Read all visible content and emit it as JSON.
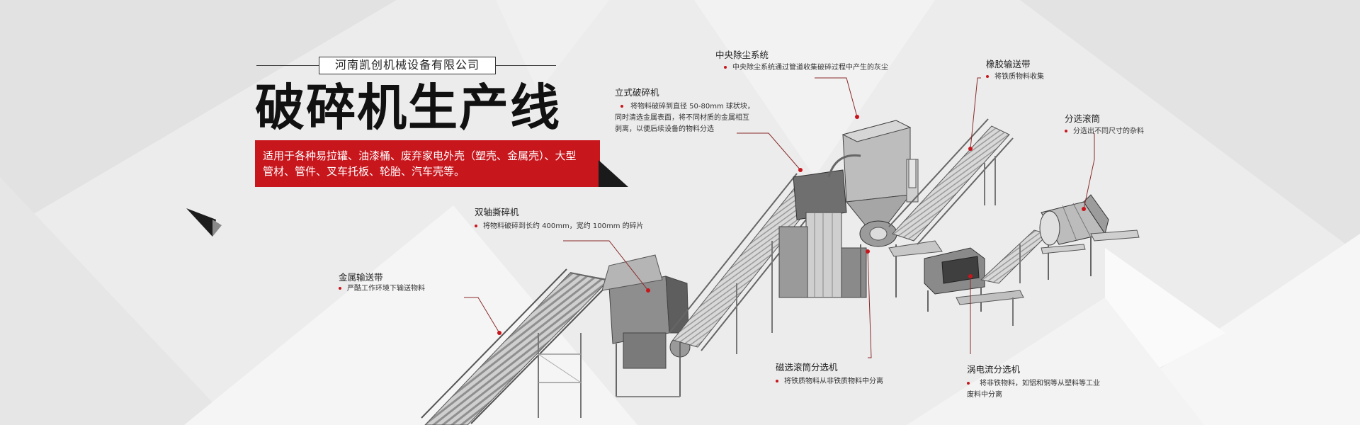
{
  "banner": {
    "company": "河南凯创机械设备有限公司",
    "title": "破碎机生产线",
    "description_line1": "适用于各种易拉罐、油漆桶、废弃家电外壳（塑壳、金属壳）、大型",
    "description_line2": "管材、管件、叉车托板、轮胎、汽车壳等。"
  },
  "callouts": [
    {
      "name": "metal-conveyor",
      "title": "金属输送带",
      "desc": [
        "严酷工作环境下输送物料"
      ]
    },
    {
      "name": "double-shaft-shredder",
      "title": "双轴撕碎机",
      "desc": [
        "将物料破碎到长约 400mm，宽约 100mm 的碎片"
      ]
    },
    {
      "name": "vertical-crusher",
      "title": "立式破碎机",
      "desc": [
        "将物料破碎到直径 50-80mm 球状块，",
        "同时清选金属表面，将不同材质的金属相互",
        "剥离，以便后续设备的物料分选"
      ]
    },
    {
      "name": "central-dust-system",
      "title": "中央除尘系统",
      "desc": [
        "中央除尘系统通过管道收集破碎过程中产生的灰尘"
      ]
    },
    {
      "name": "rubber-conveyor",
      "title": "橡胶输送带",
      "desc": [
        "将铁质物料收集"
      ]
    },
    {
      "name": "sorting-drum",
      "title": "分选滚筒",
      "desc": [
        "分选出不同尺寸的杂料"
      ]
    },
    {
      "name": "magnetic-drum-separator",
      "title": "磁选滚筒分选机",
      "desc": [
        "将铁质物料从非铁质物料中分离"
      ]
    },
    {
      "name": "eddy-current-separator",
      "title": "涡电流分选机",
      "desc": [
        "将非铁物料，如铝和铜等从塑料等工业",
        "废料中分离"
      ]
    }
  ],
  "colors": {
    "accent_red": "#c8161d",
    "dark": "#1a1a1a",
    "background": "#ececec"
  }
}
